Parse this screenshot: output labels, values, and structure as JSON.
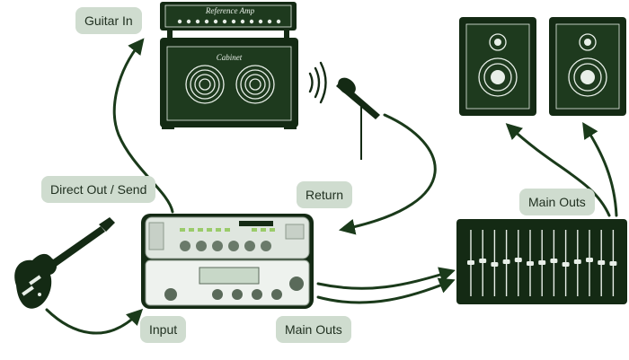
{
  "labels": {
    "guitar_in": "Guitar In",
    "direct_out_send": "Direct Out / Send",
    "return": "Return",
    "input": "Input",
    "main_outs_bottom": "Main Outs",
    "main_outs_right": "Main Outs"
  },
  "amp": {
    "reference_amp": "Reference Amp",
    "cabinet": "Cabinet"
  },
  "colors": {
    "equipment": "#142a14",
    "arrow": "#1a3a1a",
    "pill": "#cfdccf"
  }
}
